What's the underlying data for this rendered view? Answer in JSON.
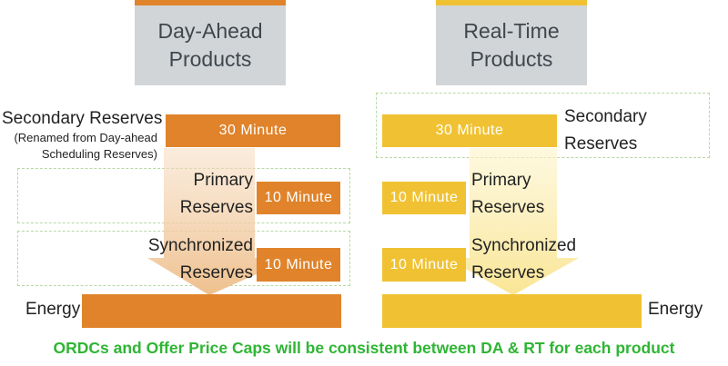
{
  "colors": {
    "orange": "#e0832a",
    "yellow": "#f0c233",
    "header_gray": "#d2d5d8",
    "dash_green": "#b8d8a6",
    "footer_green": "#2fb534"
  },
  "day_ahead": {
    "header_line1": "Day-Ahead",
    "header_line2": "Products",
    "secondary_label": "Secondary Reserves",
    "secondary_note_line1": "(Renamed from Day-ahead",
    "secondary_note_line2": "Scheduling Reserves)",
    "secondary_bar": "30 Minute",
    "primary_line1": "Primary",
    "primary_line2": "Reserves",
    "primary_bar": "10 Minute",
    "sync_line1": "Synchronized",
    "sync_line2": "Reserves",
    "sync_bar": "10 Minute",
    "energy_label": "Energy"
  },
  "real_time": {
    "header_line1": "Real-Time",
    "header_line2": "Products",
    "secondary_line1": "Secondary",
    "secondary_line2": "Reserves",
    "secondary_bar": "30 Minute",
    "primary_line1": "Primary",
    "primary_line2": "Reserves",
    "primary_bar": "10 Minute",
    "sync_line1": "Synchronized",
    "sync_line2": "Reserves",
    "sync_bar": "10 Minute",
    "energy_label": "Energy"
  },
  "footer": "ORDCs and Offer Price Caps will be consistent between DA & RT for each product"
}
